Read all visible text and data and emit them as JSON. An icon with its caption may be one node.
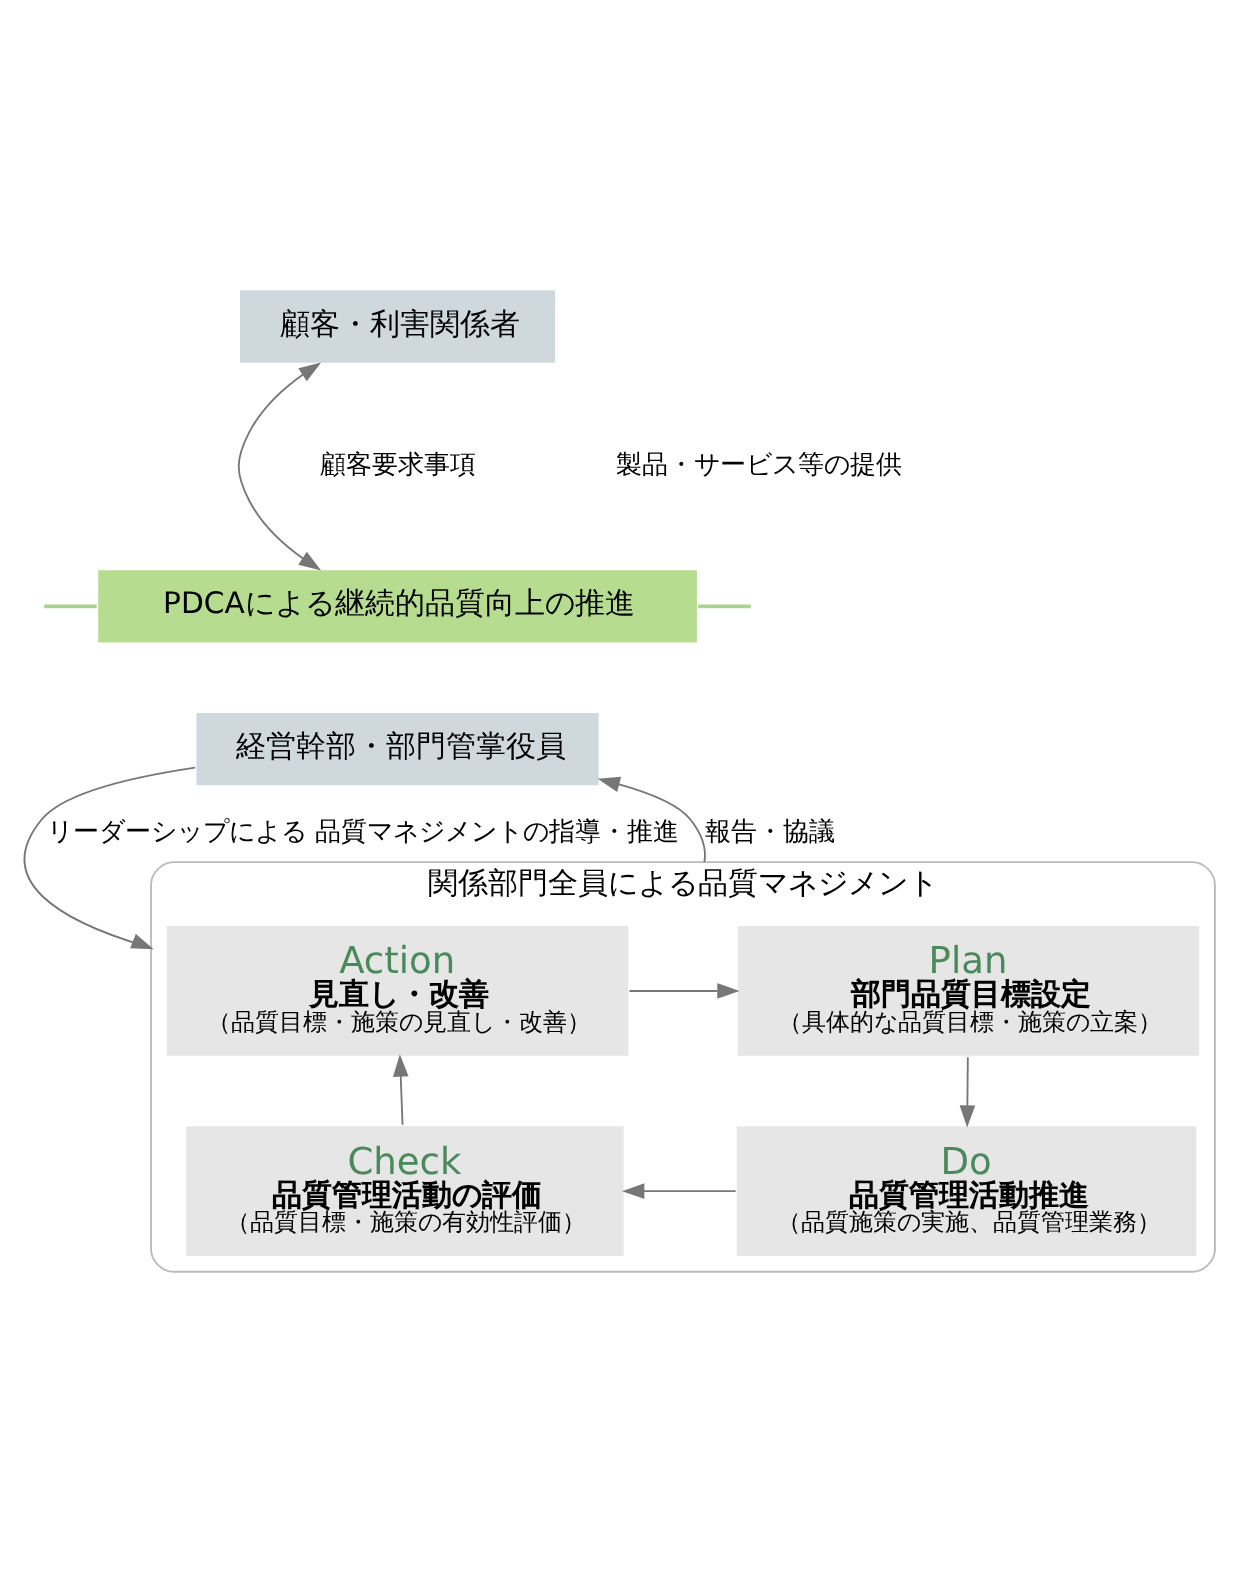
{
  "diagram": {
    "nodes": [
      {
        "text": [
          "顧客・利害関係者"
        ]
      },
      {
        "text": [
          "PDCAによる継続的品質向上の推進"
        ]
      },
      {
        "text": [
          "経営幹部・部門管掌役員"
        ]
      },
      {
        "text": [
          "関係部門全員による品質マネジメント"
        ]
      },
      {
        "text": [
          "Action",
          "見直し・改善",
          "（品質目標・施策の見直し・改善）"
        ],
        "in": 3
      },
      {
        "text": [
          "Plan",
          "部門品質目標設定",
          "（具体的な品質目標・施策の立案）"
        ],
        "in": 3
      },
      {
        "text": [
          "Check",
          "品質管理活動の評価",
          "（品質目標・施策の有効性評価）"
        ],
        "in": 3
      },
      {
        "text": [
          "Do",
          "品質管理活動推進",
          "（品質施策の実施、品質管理業務）"
        ],
        "in": 3
      }
    ],
    "edges": [
      {
        "from": 0,
        "to": 1,
        "arrow": "both"
      },
      {
        "from": 2,
        "to": 3,
        "arrow": "to",
        "label": "リーダーシップによる 品質マネジメントの指導・推進"
      },
      {
        "from": 3,
        "to": 2,
        "arrow": "to",
        "label": "報告・協議"
      },
      {
        "from": 4,
        "to": 5,
        "arrow": "to"
      },
      {
        "from": 5,
        "to": 7,
        "arrow": "to"
      },
      {
        "from": 7,
        "to": 6,
        "arrow": "to"
      },
      {
        "from": 6,
        "to": 4,
        "arrow": "to"
      },
      {
        "from": 1,
        "to": null,
        "arrow": "none",
        "color": "#a8d58a"
      },
      {
        "from": 1,
        "to": null,
        "arrow": "none",
        "color": "#a8d58a"
      }
    ],
    "labels": [
      "顧客要求事項",
      "製品・サービス等の提供"
    ]
  }
}
